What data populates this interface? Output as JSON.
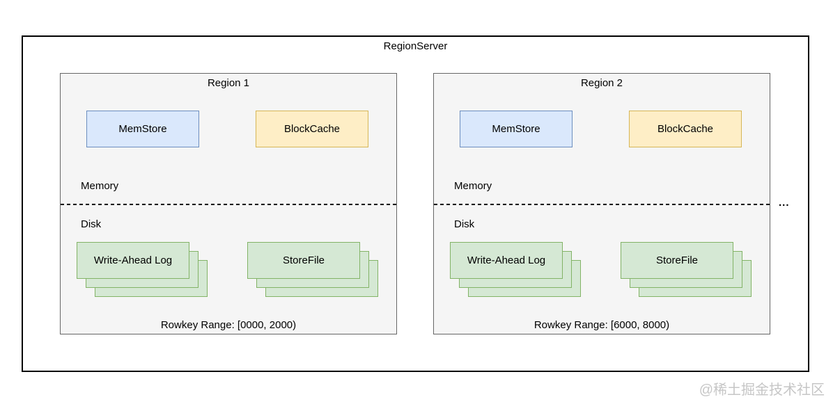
{
  "title": "RegionServer",
  "ellipsis": "...",
  "watermark": "@稀土掘金技术社区",
  "colors": {
    "outer_border": "#000000",
    "region_fill": "#f5f5f5",
    "region_border": "#666666",
    "memstore_fill": "#dae8fc",
    "memstore_border": "#6c8ebf",
    "blockcache_fill": "#feeec6",
    "blockcache_border": "#d6b656",
    "file_fill": "#d5e8d4",
    "file_border": "#82b366",
    "watermark_color": "#c6c6c6"
  },
  "regions": [
    {
      "name": "Region 1",
      "memstore_label": "MemStore",
      "blockcache_label": "BlockCache",
      "memory_label": "Memory",
      "disk_label": "Disk",
      "wal_label": "Write-Ahead Log",
      "storefile_label": "StoreFile",
      "rowkey_range": "Rowkey Range: [0000, 2000)"
    },
    {
      "name": "Region 2",
      "memstore_label": "MemStore",
      "blockcache_label": "BlockCache",
      "memory_label": "Memory",
      "disk_label": "Disk",
      "wal_label": "Write-Ahead Log",
      "storefile_label": "StoreFile",
      "rowkey_range": "Rowkey Range: [6000, 8000)"
    }
  ]
}
